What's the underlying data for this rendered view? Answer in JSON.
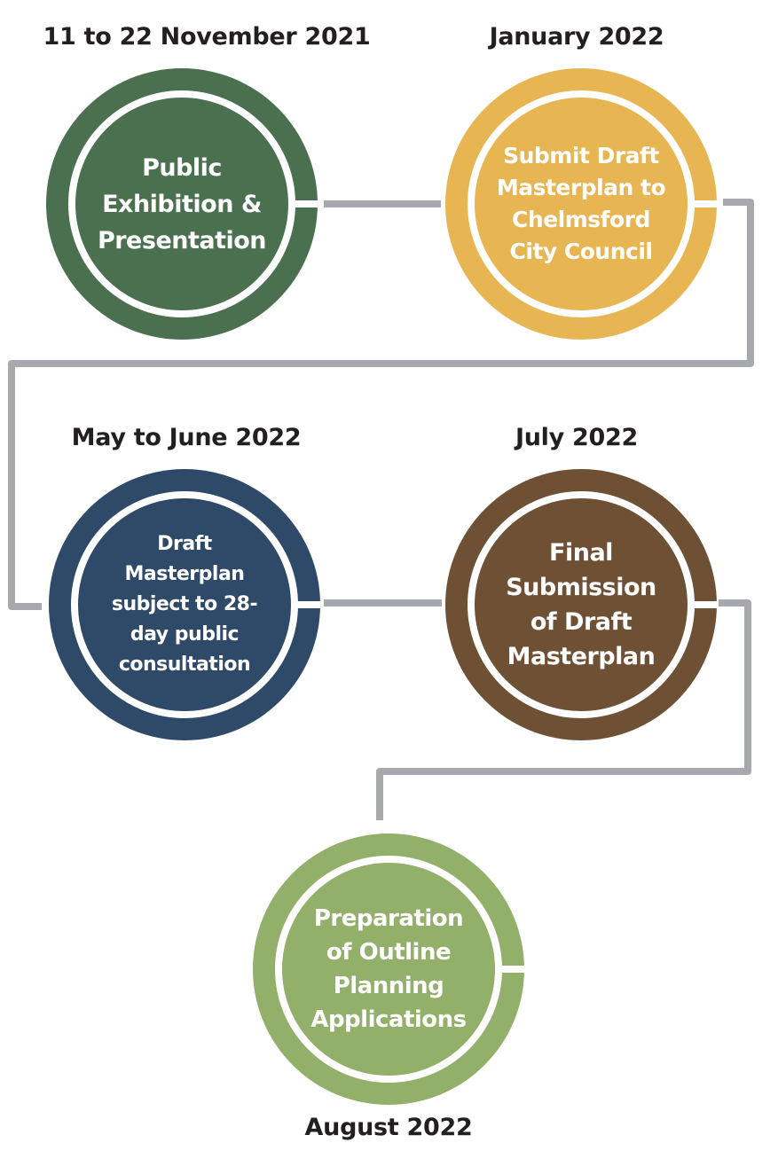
{
  "colors": {
    "connector": "#a7a9ac",
    "ring_gap": "#ffffff",
    "date_text": "#231f20",
    "label_text": "#ffffff"
  },
  "steps": [
    {
      "date": "11 to 22 November 2021",
      "label": "Public\nExhibition &\nPresentation",
      "color": "#4a7050"
    },
    {
      "date": "January 2022",
      "label": "Submit Draft\nMasterplan to\nChelmsford\nCity Council",
      "color": "#e8b553"
    },
    {
      "date": "May to June 2022",
      "label": "Draft\nMasterplan\nsubject to 28-\nday public\nconsultation",
      "color": "#2f4a68"
    },
    {
      "date": "July 2022",
      "label": "Final\nSubmission\nof Draft\nMasterplan",
      "color": "#6e5035"
    },
    {
      "date": "August 2022",
      "label": "Preparation\nof Outline\nPlanning\nApplications",
      "color": "#93b06a"
    }
  ]
}
